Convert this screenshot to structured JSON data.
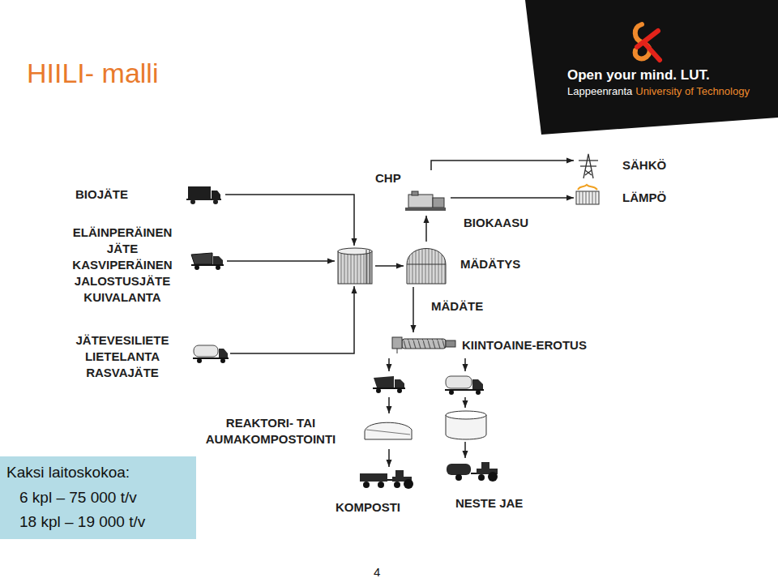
{
  "diagram": {
    "title": "HIILI- malli",
    "nodes": [
      {
        "text": [
          "BIOJÄTE"
        ]
      },
      {
        "text": [
          "ELÄINPERÄINEN JÄTE",
          "KASVIPERÄINEN JALOSTUSJÄTE",
          "KUIVALANTA"
        ]
      },
      {
        "text": [
          "JÄTEVESILIETE",
          "LIETELANTA",
          "RASVAJÄTE"
        ]
      },
      {
        "text": []
      },
      {
        "text": [
          "MÄDÄTYS"
        ]
      },
      {
        "text": [
          "CHP"
        ]
      },
      {
        "text": [
          "SÄHKÖ"
        ]
      },
      {
        "text": [
          "LÄMPÖ"
        ]
      },
      {
        "text": [
          "KIINTOAINE-EROTUS"
        ]
      },
      {
        "text": []
      },
      {
        "text": []
      },
      {
        "text": [
          "REAKTORI- TAI AUMAKOMPOSTOINTI"
        ]
      },
      {
        "text": []
      },
      {
        "text": [
          "KOMPOSTI"
        ]
      },
      {
        "text": [
          "NESTE JAE"
        ]
      }
    ],
    "edges": [
      {
        "from": 0,
        "to": 3,
        "arrow": "to"
      },
      {
        "from": 1,
        "to": 3,
        "arrow": "to"
      },
      {
        "from": 2,
        "to": 3,
        "arrow": "to"
      },
      {
        "from": 3,
        "to": 4,
        "arrow": "to"
      },
      {
        "from": 4,
        "to": 5,
        "label": "BIOKAASU",
        "arrow": "to"
      },
      {
        "from": 5,
        "to": 6,
        "arrow": "to"
      },
      {
        "from": 5,
        "to": 7,
        "arrow": "to"
      },
      {
        "from": 4,
        "to": 8,
        "label": "MÄDÄTE",
        "arrow": "to"
      },
      {
        "from": 8,
        "to": 9,
        "arrow": "to"
      },
      {
        "from": 8,
        "to": 10,
        "arrow": "to"
      },
      {
        "from": 9,
        "to": 11,
        "arrow": "to"
      },
      {
        "from": 10,
        "to": 12,
        "arrow": "to"
      },
      {
        "from": 11,
        "to": 13,
        "arrow": "to"
      },
      {
        "from": 12,
        "to": 14,
        "arrow": "to"
      }
    ],
    "labels": [
      "Open your mind. LUT.",
      "Lappeenranta",
      "University of Technology",
      "Kaksi laitoskokoa:",
      "6 kpl – 75 000 t/v",
      "18 kpl – 19 000 t/v",
      "4"
    ]
  }
}
